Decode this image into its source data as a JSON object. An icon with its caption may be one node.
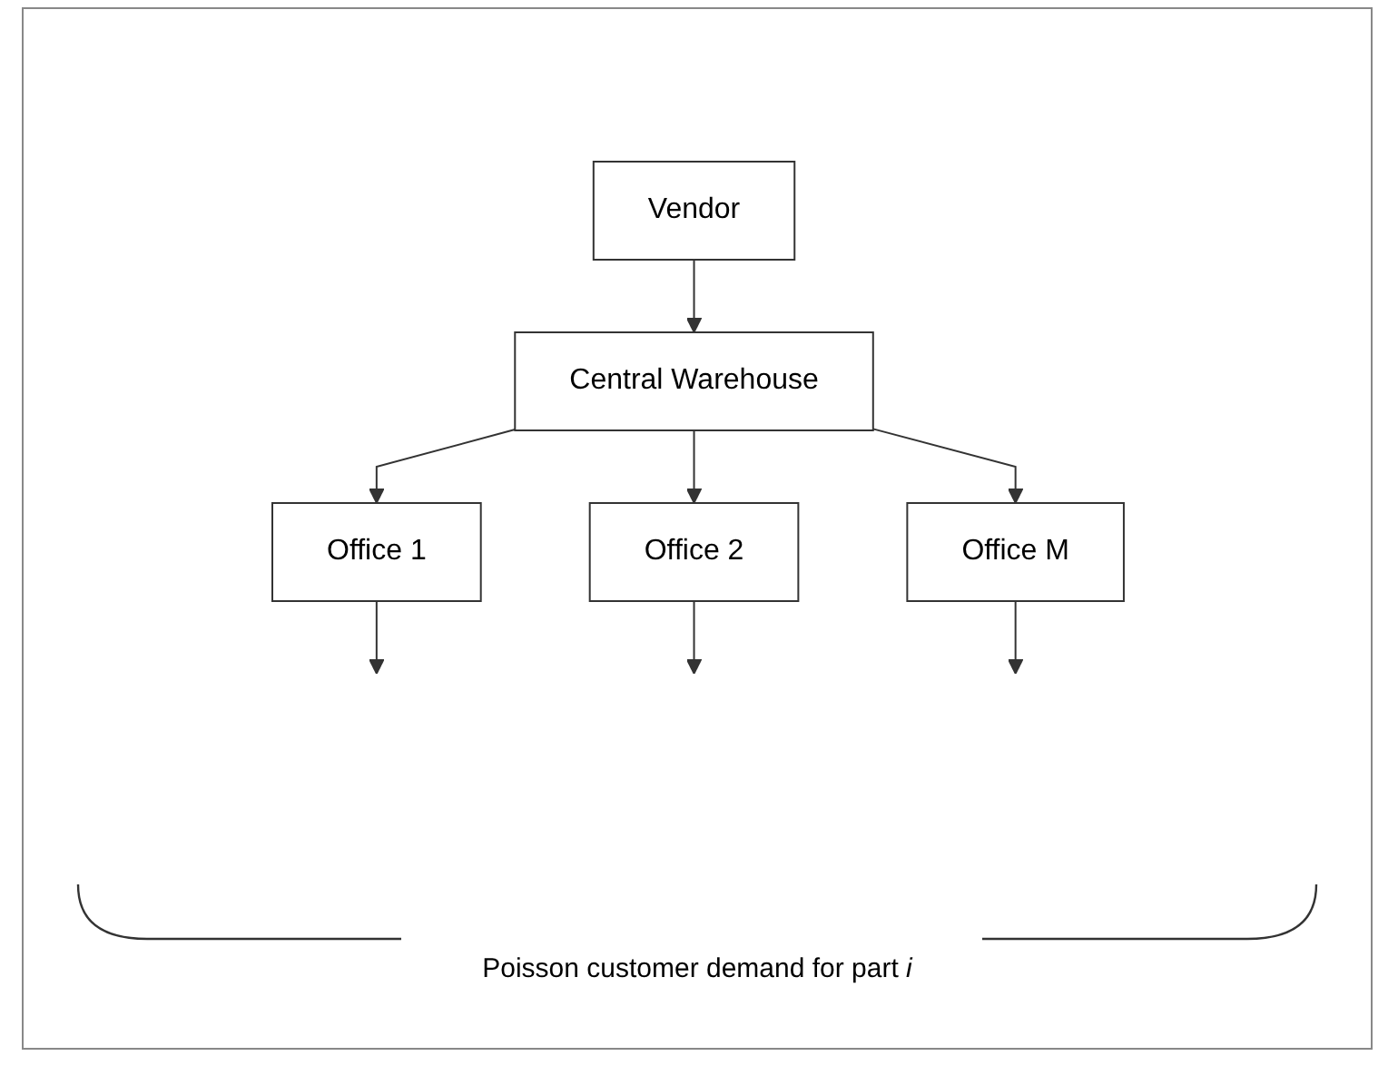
{
  "diagram": {
    "nodes": [
      {
        "text": [
          "Vendor"
        ]
      },
      {
        "text": [
          "Central Warehouse"
        ]
      },
      {
        "text": [
          "Office 1"
        ]
      },
      {
        "text": [
          "Office 2"
        ]
      },
      {
        "text": [
          "Office M"
        ]
      }
    ],
    "edges": [
      {
        "from": 0,
        "to": 1,
        "arrow": "to"
      },
      {
        "from": 1,
        "to": 2,
        "arrow": "to"
      },
      {
        "from": 1,
        "to": 3,
        "arrow": "to"
      },
      {
        "from": 1,
        "to": 4,
        "arrow": "to"
      },
      {
        "from": 2,
        "to": null,
        "arrow": "to"
      },
      {
        "from": 3,
        "to": null,
        "arrow": "to"
      },
      {
        "from": 4,
        "to": null,
        "arrow": "to"
      }
    ],
    "labels": [
      "Poisson customer demand for part *i*"
    ]
  }
}
